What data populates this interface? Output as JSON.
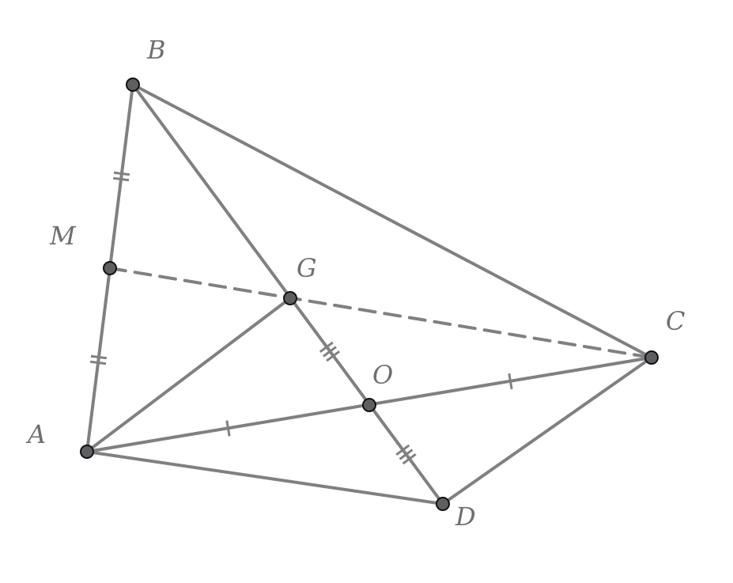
{
  "figure": {
    "colors": {
      "line": "#808082",
      "point_fill": "#5f5f61",
      "point_stroke": "#111111",
      "label": "#6f6f71"
    },
    "points": {
      "A": {
        "label": "A"
      },
      "B": {
        "label": "B"
      },
      "C": {
        "label": "C"
      },
      "D": {
        "label": "D"
      },
      "M": {
        "label": "M"
      },
      "G": {
        "label": "G"
      },
      "O": {
        "label": "O"
      }
    },
    "segments": [
      {
        "name": "segment-ab",
        "from": "A",
        "to": "B",
        "style": "solid"
      },
      {
        "name": "segment-bc",
        "from": "B",
        "to": "C",
        "style": "solid"
      },
      {
        "name": "segment-cd",
        "from": "C",
        "to": "D",
        "style": "solid"
      },
      {
        "name": "segment-da",
        "from": "D",
        "to": "A",
        "style": "solid"
      },
      {
        "name": "segment-bd",
        "from": "B",
        "to": "D",
        "style": "solid"
      },
      {
        "name": "segment-ac",
        "from": "A",
        "to": "C",
        "style": "solid"
      },
      {
        "name": "segment-ag",
        "from": "A",
        "to": "G",
        "style": "solid"
      },
      {
        "name": "segment-mc",
        "from": "M",
        "to": "C",
        "style": "dashed"
      }
    ],
    "equal_marks": [
      {
        "name": "tick-bm",
        "from": "B",
        "to": "M",
        "count": 2
      },
      {
        "name": "tick-ma",
        "from": "M",
        "to": "A",
        "count": 2
      },
      {
        "name": "tick-ao",
        "from": "A",
        "to": "O",
        "count": 1
      },
      {
        "name": "tick-oc",
        "from": "O",
        "to": "C",
        "count": 1
      },
      {
        "name": "tick-go",
        "from": "G",
        "to": "O",
        "count": 3
      },
      {
        "name": "tick-od",
        "from": "O",
        "to": "D",
        "count": 3
      }
    ]
  }
}
